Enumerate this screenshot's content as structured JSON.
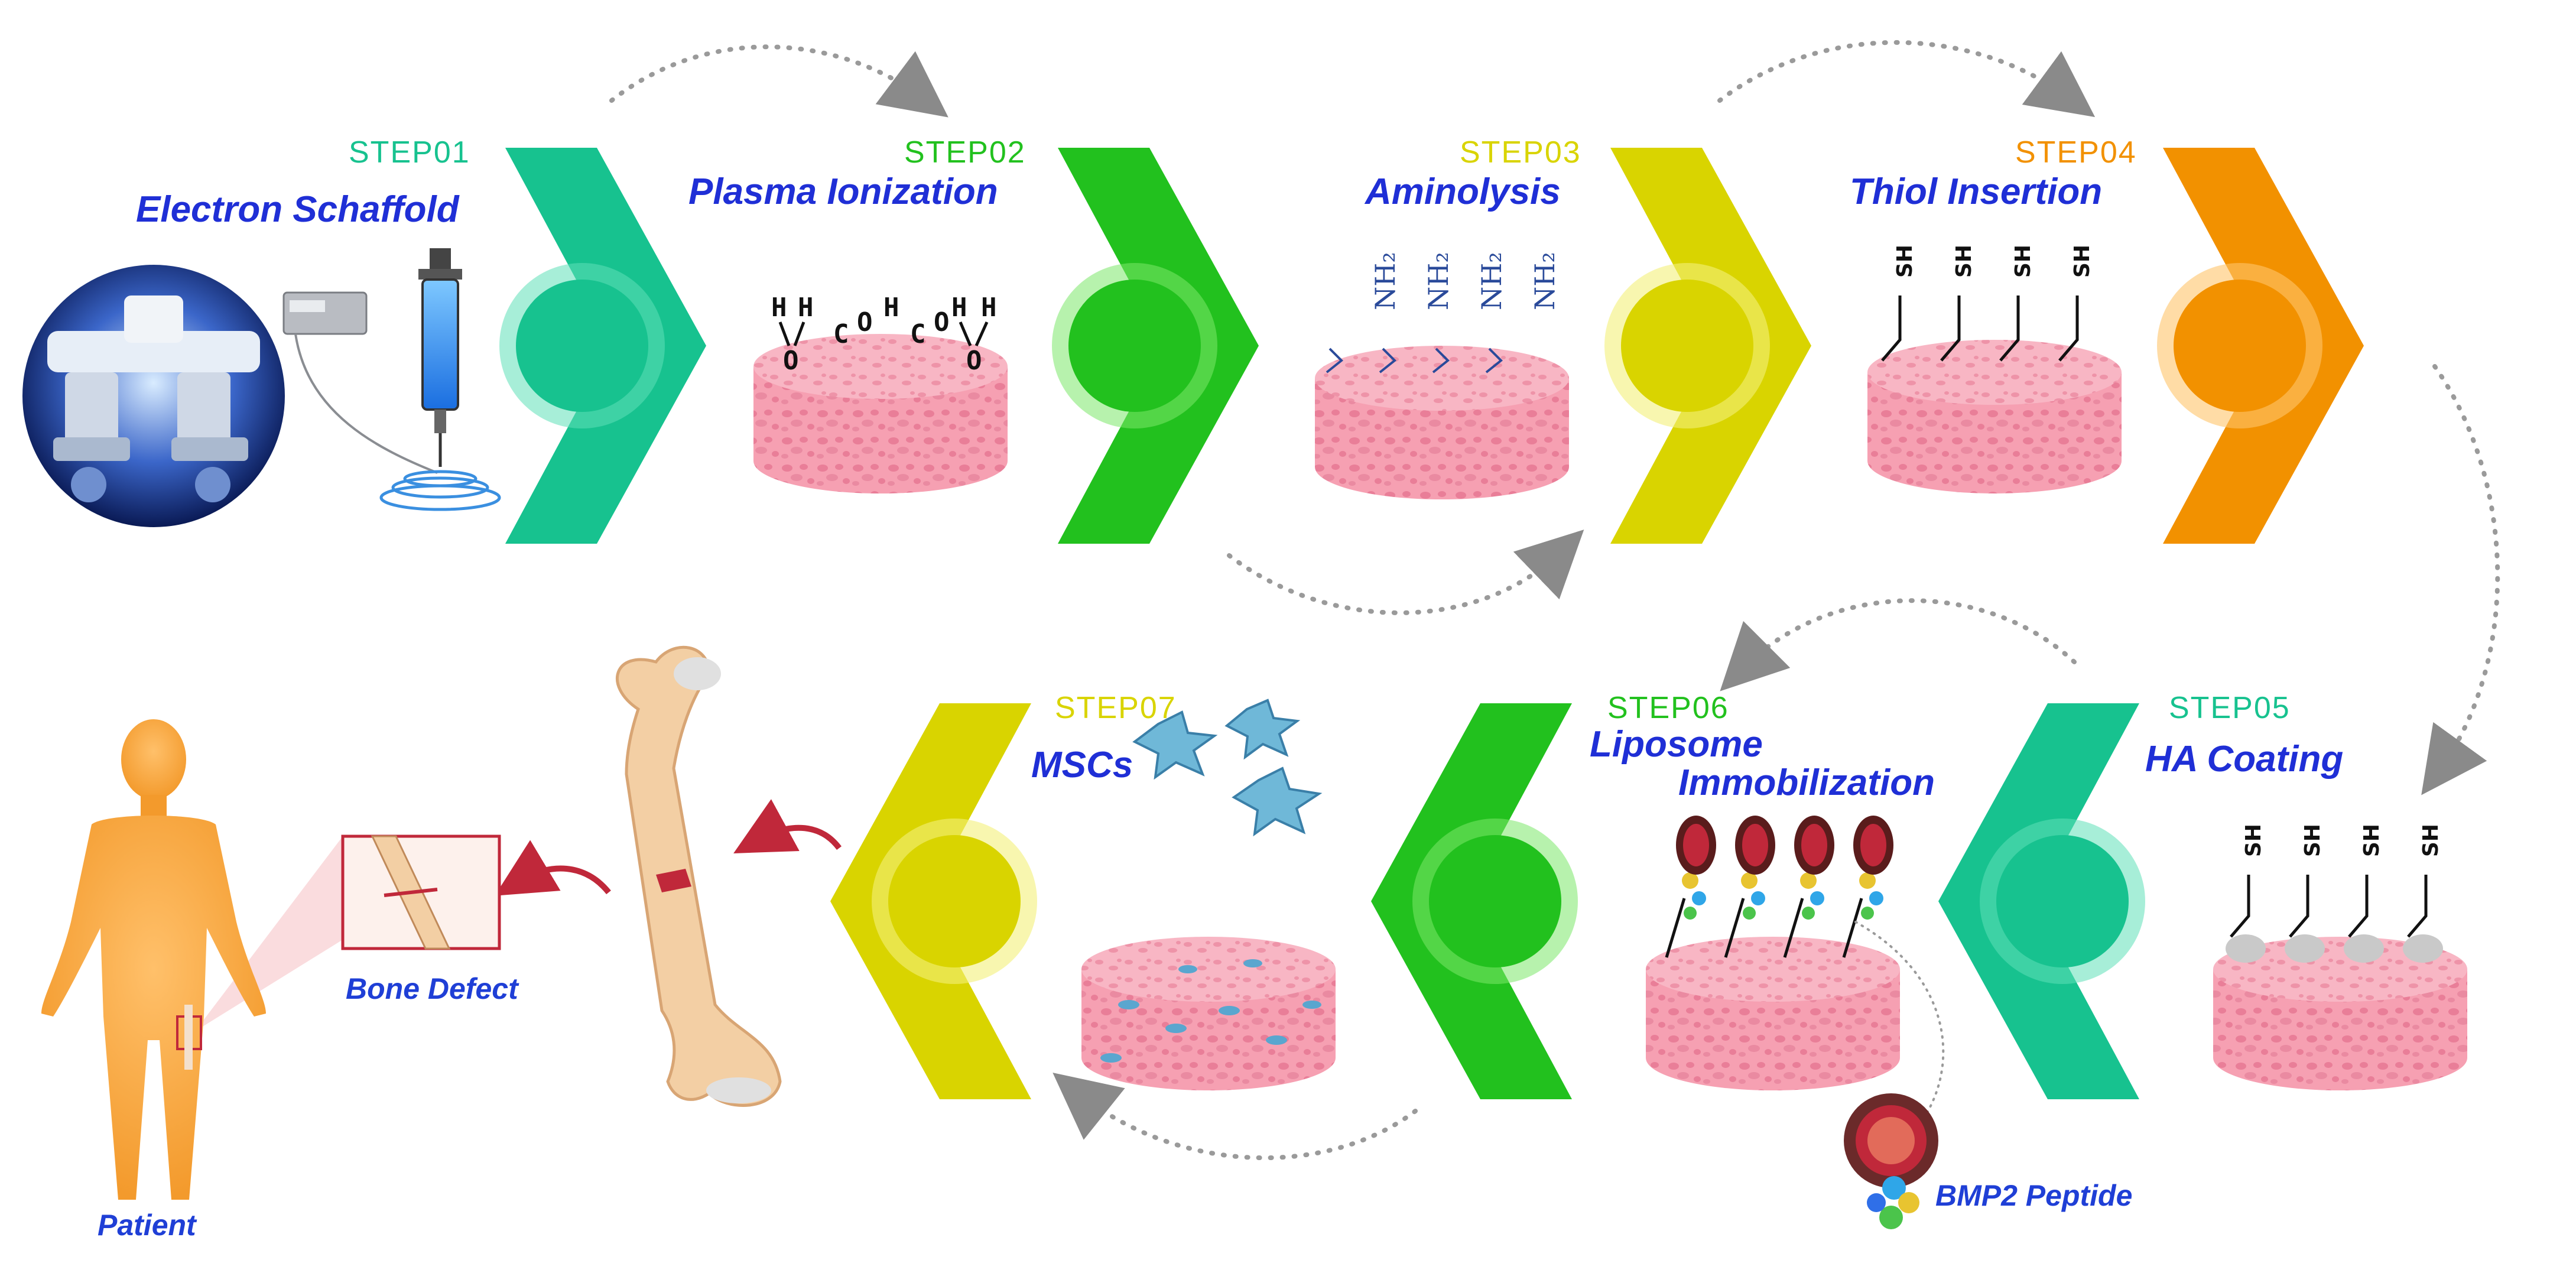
{
  "steps": [
    {
      "id": "step01",
      "label": "STEP01",
      "title": "Electron Schaffold",
      "color": "#17c28f"
    },
    {
      "id": "step02",
      "label": "STEP02",
      "title": "Plasma Ionization",
      "color": "#22c11e"
    },
    {
      "id": "step03",
      "label": "STEP03",
      "title": "Aminolysis",
      "color": "#d9d400"
    },
    {
      "id": "step04",
      "label": "STEP04",
      "title": "Thiol Insertion",
      "color": "#f29100"
    },
    {
      "id": "step05",
      "label": "STEP05",
      "title": "HA Coating",
      "color": "#17c28f"
    },
    {
      "id": "step06",
      "label": "STEP06",
      "title_line1": "Liposome",
      "title_line2": "Immobilization",
      "color": "#22c11e"
    },
    {
      "id": "step07",
      "label": "STEP07",
      "title": "MSCs",
      "color": "#d9d400"
    }
  ],
  "chem": {
    "nh2": "NH₂",
    "sh": "SH",
    "h": "H",
    "o": "O",
    "c": "C"
  },
  "labels": {
    "bmp2": "BMP2 Peptide",
    "bone_defect": "Bone Defect",
    "patient": "Patient"
  },
  "colors": {
    "title_blue": "#1f2fd6",
    "scaffold_pink": "#f6a9b8",
    "patient_orange": "#f7a53c",
    "bone": "#f3cfa4",
    "arrow_red": "#c0283a"
  }
}
